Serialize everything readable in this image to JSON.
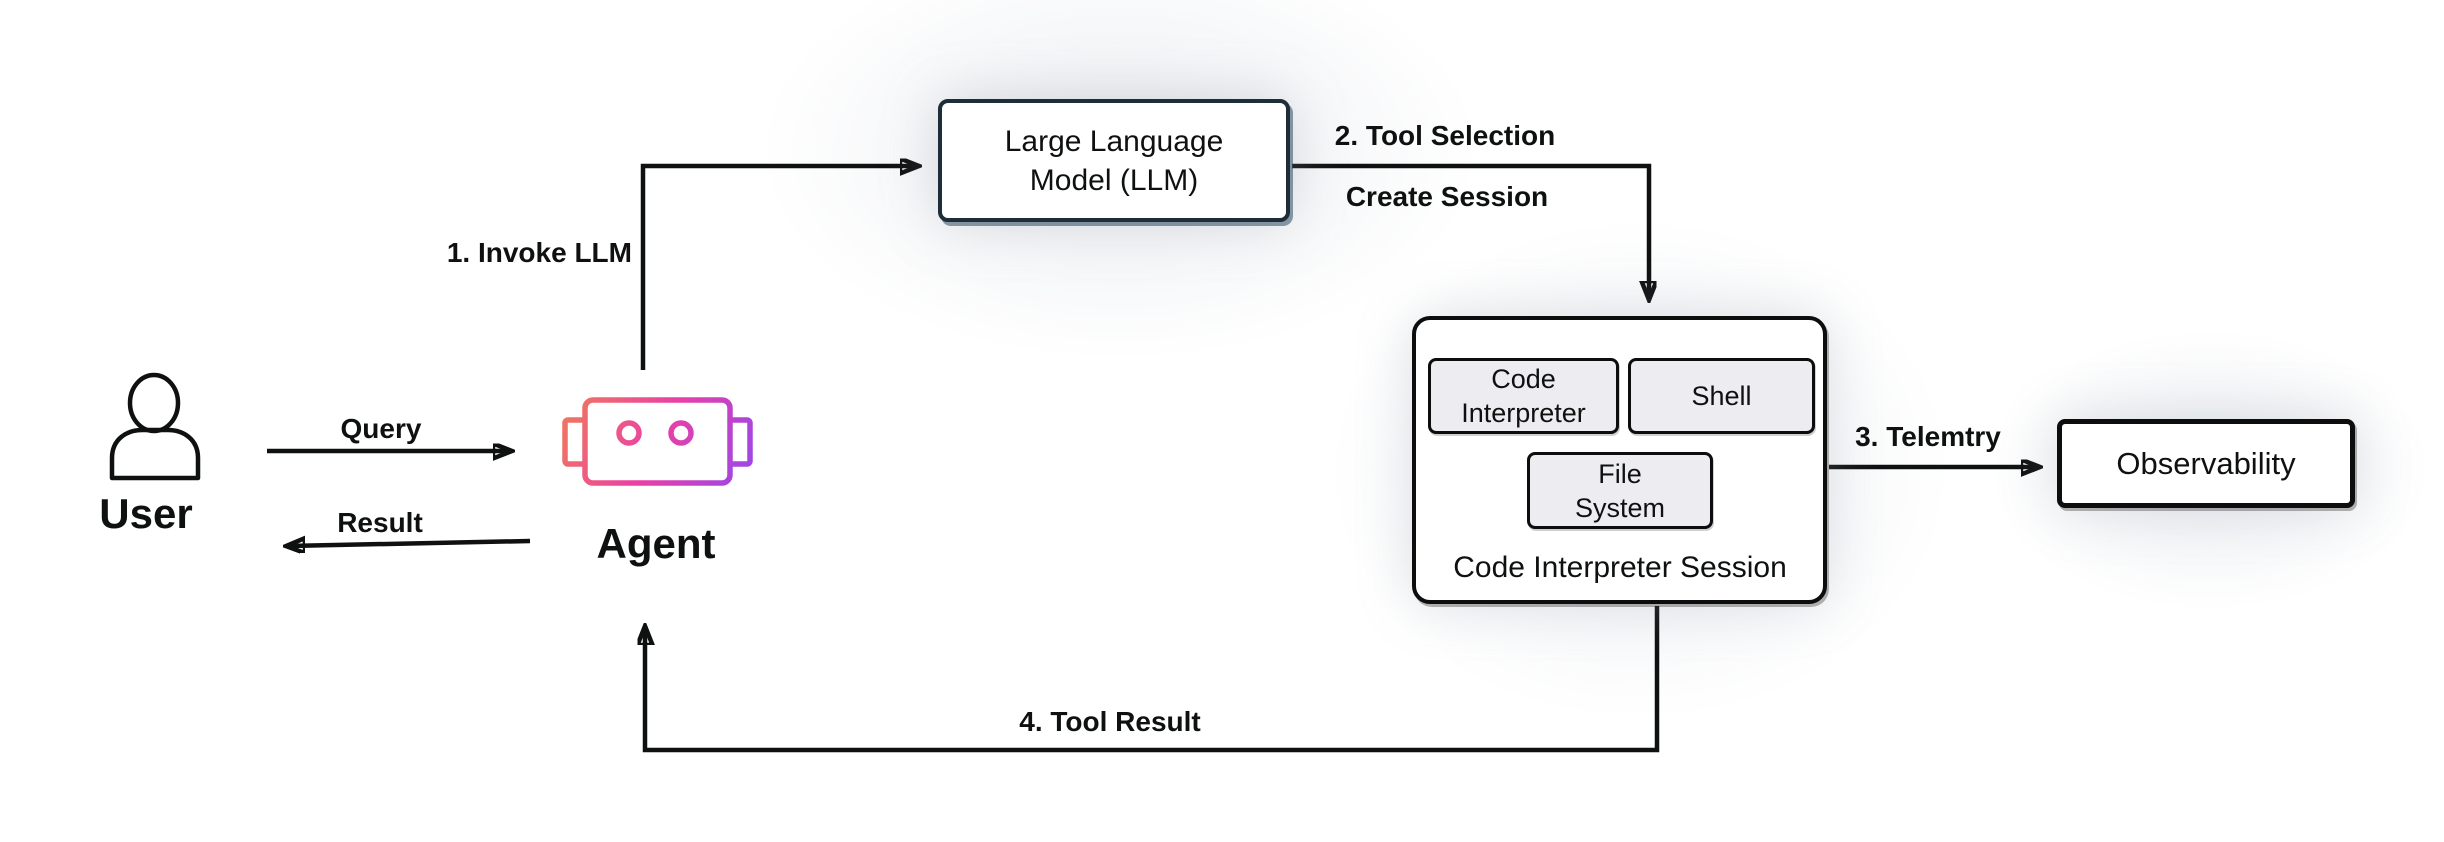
{
  "diagram": {
    "title": "",
    "nodes": {
      "user": {
        "label": "User",
        "icon": "person-icon"
      },
      "agent": {
        "label": "Agent",
        "icon": "robot-icon"
      },
      "llm": {
        "lines": [
          "Large Language",
          "Model (LLM)"
        ]
      },
      "session": {
        "label": "Code Interpreter Session",
        "tools": {
          "code_interpreter": {
            "lines": [
              "Code",
              "Interpreter"
            ]
          },
          "shell": {
            "label": "Shell"
          },
          "file_system": {
            "lines": [
              "File",
              "System"
            ]
          }
        }
      },
      "observability": {
        "label": "Observability"
      }
    },
    "edges": {
      "query": {
        "label": "Query"
      },
      "result": {
        "label": "Result"
      },
      "invoke_llm": {
        "label": "1. Invoke LLM"
      },
      "tool_selection": {
        "label": "2. Tool Selection",
        "sublabel": "Create Session"
      },
      "telemetry": {
        "label": "3. Telemtry"
      },
      "tool_result": {
        "label": "4. Tool Result"
      }
    },
    "colors": {
      "background": "#ffffff",
      "text": "#0f1111",
      "line": "#0f1111",
      "llm_border": "#1d2e3a",
      "box_border": "#0d0d0d",
      "inner_box_fill": "#ededf1",
      "agent_gradient_start": "#F0795C",
      "agent_gradient_mid": "#EA3FA6",
      "agent_gradient_end": "#9847EA"
    }
  }
}
